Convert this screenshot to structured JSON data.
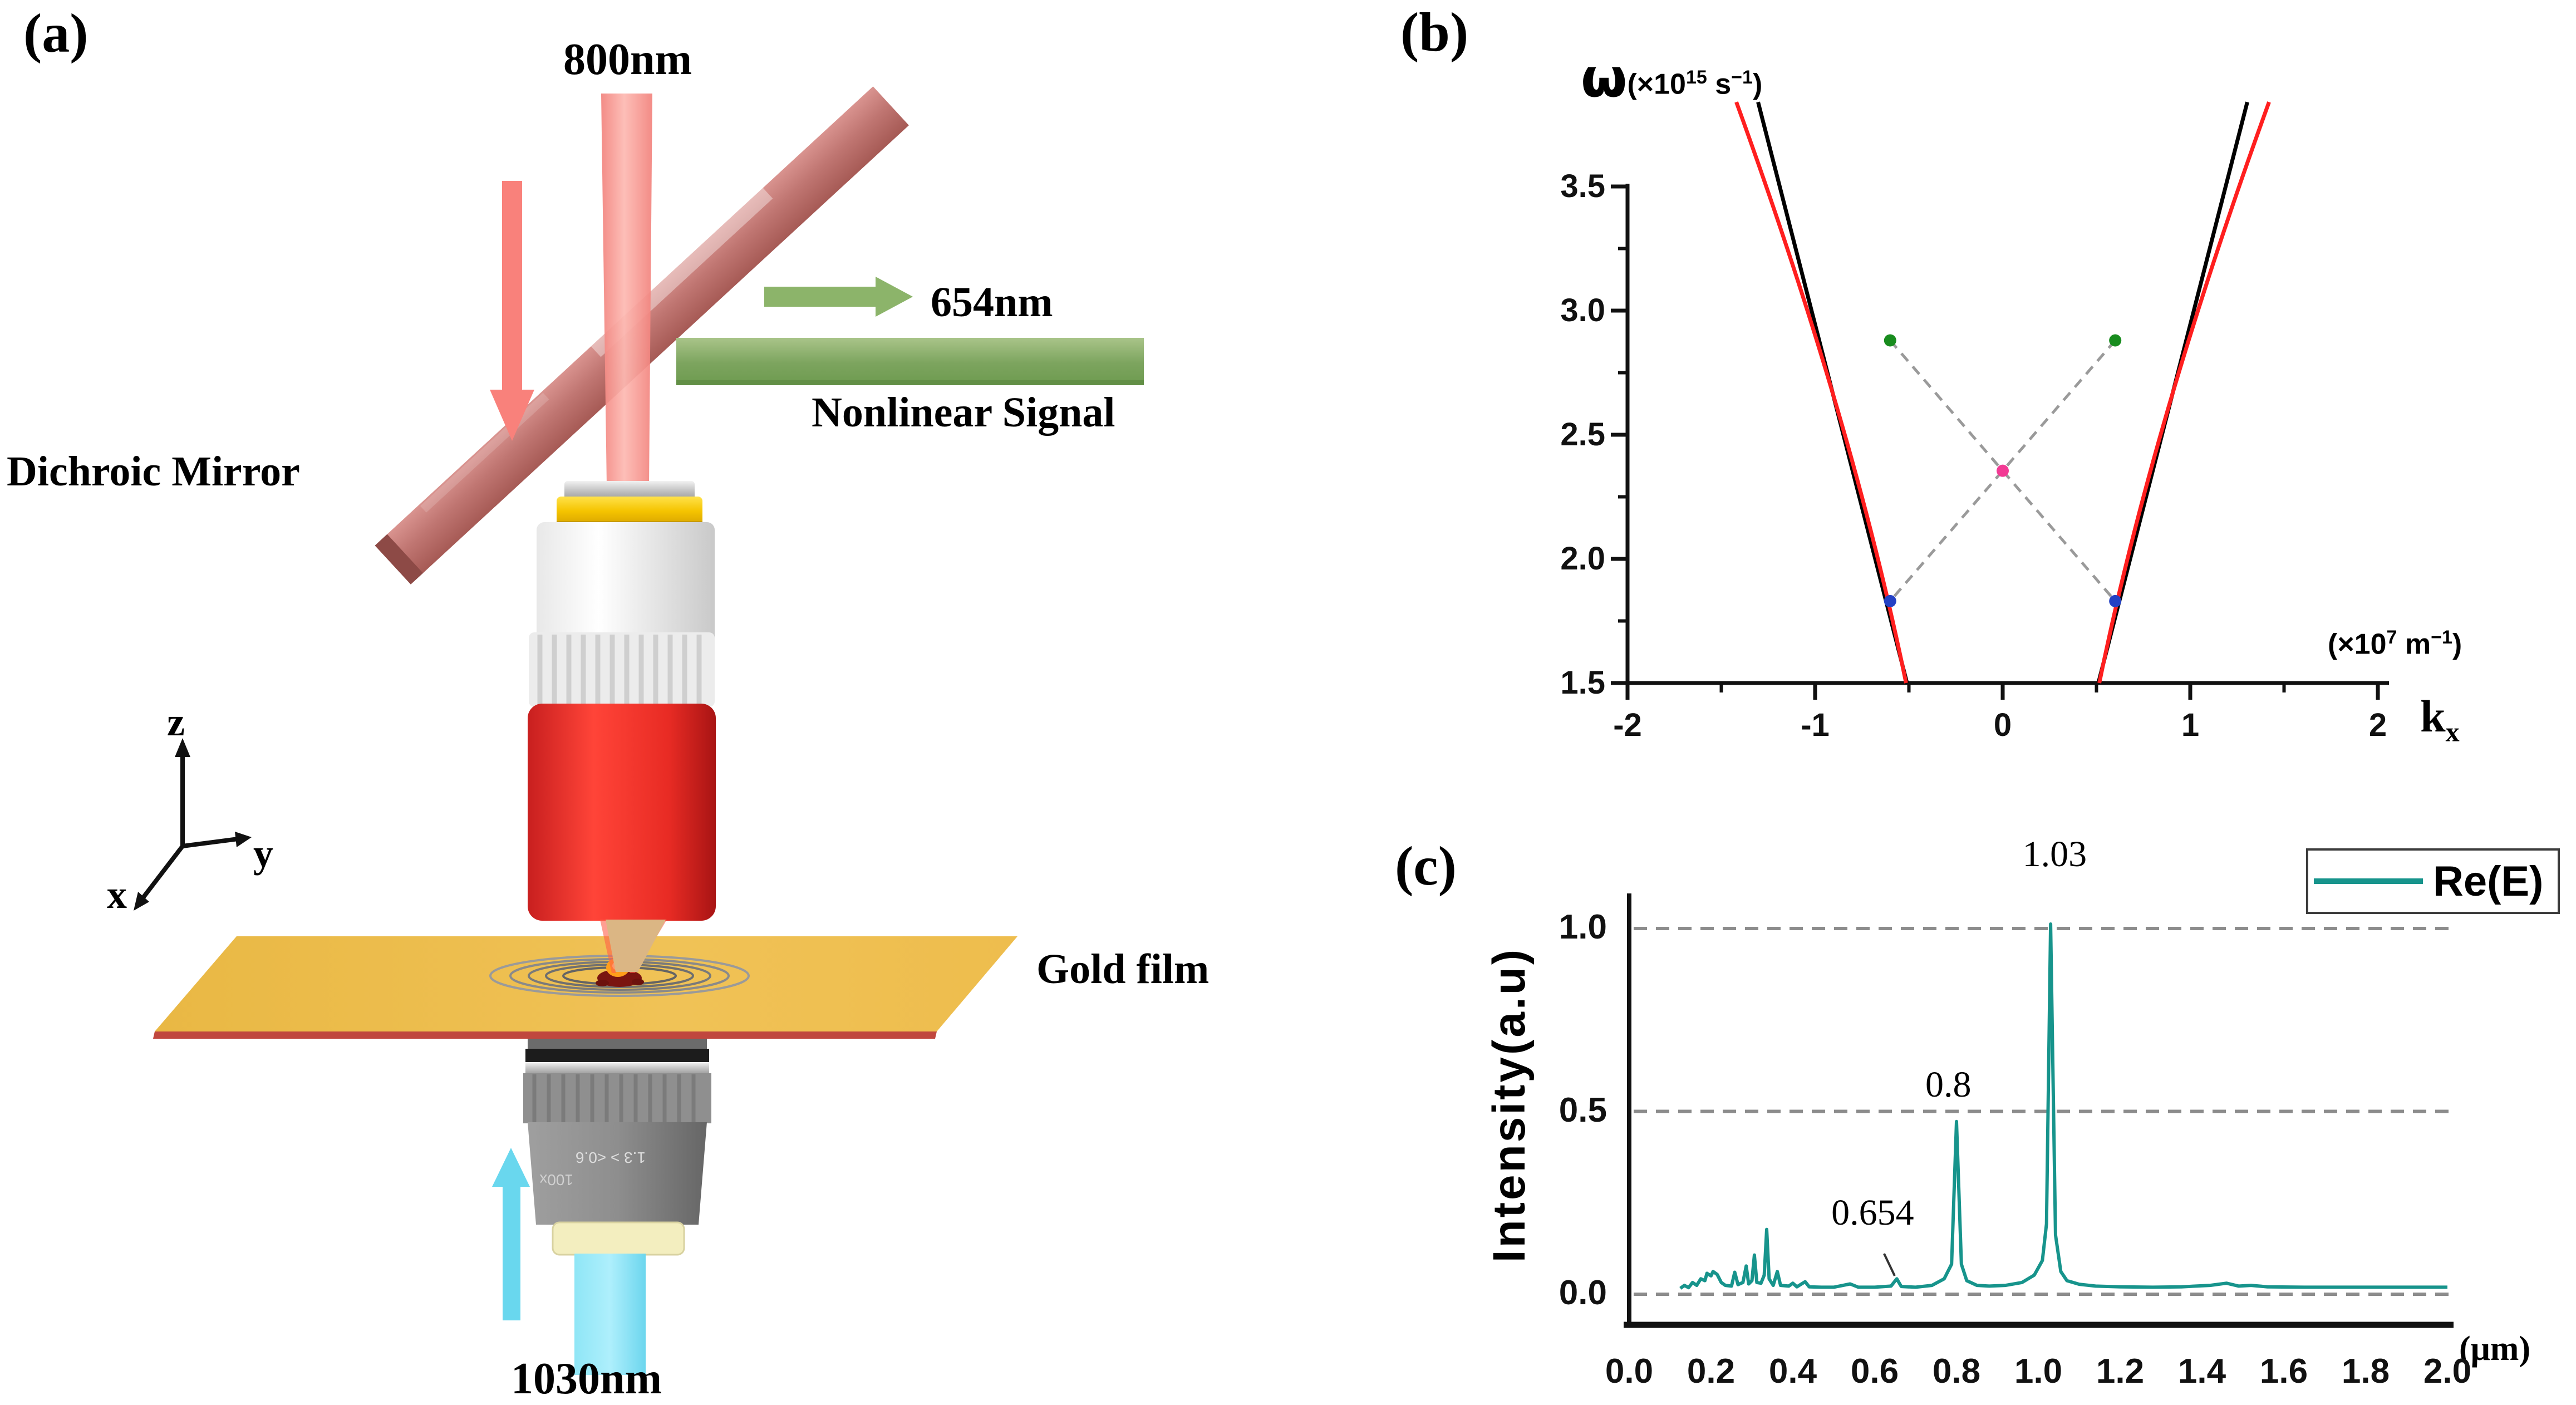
{
  "panel_a": {
    "tag": "(a)",
    "beam_800_label": "800nm",
    "signal_654_label": "654nm",
    "nonlinear_signal_label": "Nonlinear Signal",
    "dichroic_mirror_label": "Dichroic Mirror",
    "gold_film_label": "Gold film",
    "beam_1030_label": "1030nm",
    "axis_z": "z",
    "axis_y": "y",
    "axis_x": "x",
    "objective_marking_1": "1.3 > <0.6",
    "objective_marking_2": "100x",
    "colors": {
      "pump_red_beam": "#f8837c",
      "signal_green_beam": "#7ca45e",
      "probe_cyan_beam": "#7adcf2",
      "dichroic_mirror": "#bc6c69",
      "gold_film": "#eebd4d",
      "objective_red": "#e8232f",
      "objective_gray": "#8a8a8a"
    }
  },
  "panel_b": {
    "tag": "(b)",
    "omega": "ω",
    "y_units": {
      "p1": "(×10",
      "e1": "15",
      "p2": " s",
      "e2": "−1",
      "p3": ")"
    },
    "x_units": {
      "p1": "(×10",
      "e1": "7",
      "p2": " m",
      "e2": "−1",
      "p3": ")"
    },
    "kx": {
      "base": "k",
      "sub": "x"
    }
  },
  "panel_c": {
    "tag": "(c)",
    "ylabel": "Intensity(a.u)",
    "x_unit": "(μm)",
    "legend_label": "Re(E)"
  },
  "chart_data": [
    {
      "panel": "b",
      "type": "line",
      "xlabel": "kx (×10^7 m^-1)",
      "ylabel": "ω (×10^15 s^-1)",
      "xlim": [
        -2,
        2
      ],
      "ylim": [
        1.5,
        3.5
      ],
      "x_ticks": [
        -2,
        -1,
        0,
        1,
        2
      ],
      "x_tick_labels": [
        "-2",
        "-1",
        "0",
        "1",
        "2"
      ],
      "y_ticks": [
        3.5,
        3.0,
        2.5,
        2.0,
        1.5
      ],
      "y_tick_labels": [
        "3.5",
        "3.0",
        "2.5",
        "2.0",
        "1.5"
      ],
      "grid": false,
      "series": [
        {
          "name": "light-line",
          "color": "#000000",
          "kind": "line_pm",
          "start": [
            0.51,
            1.5
          ],
          "end": [
            1.304,
            3.84
          ]
        },
        {
          "name": "spp-dispersion",
          "color": "#ff1f1f",
          "kind": "quad_pm",
          "start": [
            0.515,
            1.5
          ],
          "control": [
            0.8,
            2.55
          ],
          "end": [
            1.42,
            3.84
          ]
        }
      ],
      "points": [
        {
          "name": "signal-654nm",
          "color": "#188c1e",
          "coords": [
            [
              -0.6,
              2.88
            ],
            [
              0.6,
              2.88
            ]
          ]
        },
        {
          "name": "pump-1030nm",
          "color": "#2441c4",
          "coords": [
            [
              -0.6,
              1.83
            ],
            [
              0.6,
              1.83
            ]
          ]
        },
        {
          "name": "mixing-800nm",
          "color": "#f23a94",
          "coords": [
            [
              0,
              2.355
            ]
          ]
        }
      ],
      "dashed_connections": [
        [
          [
            -0.6,
            2.88
          ],
          [
            0.6,
            1.83
          ]
        ],
        [
          [
            0.6,
            2.88
          ],
          [
            -0.6,
            1.83
          ]
        ]
      ]
    },
    {
      "panel": "c",
      "type": "line",
      "ylabel": "Intensity(a.u)",
      "x_unit": "(μm)",
      "xlim": [
        0,
        2.0
      ],
      "ylim": [
        0,
        1.0
      ],
      "x_tick_labels": [
        "0.0",
        "0.2",
        "0.4",
        "0.6",
        "0.8",
        "1.0",
        "1.2",
        "1.4",
        "1.6",
        "1.8",
        "2.0"
      ],
      "y_tick_labels": [
        "1.0",
        "0.5",
        "0.0"
      ],
      "y_gridlines": [
        1.0,
        0.5,
        0.0
      ],
      "legend": {
        "label": "Re(E)",
        "color": "#17948c",
        "position": "top-right"
      },
      "annotations": [
        {
          "text": "1.03",
          "x": 1.03,
          "label_x": 1.04,
          "label_y": 1.19
        },
        {
          "text": "0.8",
          "x": 0.8,
          "label_x": 0.78,
          "label_y": 0.56
        },
        {
          "text": "0.654",
          "x": 0.654,
          "label_x": 0.595,
          "label_y": 0.21,
          "pointer": [
            [
              0.623,
              0.099
            ],
            [
              0.649,
              0.038
            ]
          ]
        }
      ],
      "series": [
        {
          "name": "Re(E)",
          "color": "#17948c",
          "points": [
            [
              0.125,
              0.004
            ],
            [
              0.135,
              0.012
            ],
            [
              0.145,
              0.006
            ],
            [
              0.155,
              0.02
            ],
            [
              0.165,
              0.012
            ],
            [
              0.175,
              0.03
            ],
            [
              0.185,
              0.025
            ],
            [
              0.19,
              0.045
            ],
            [
              0.2,
              0.038
            ],
            [
              0.205,
              0.05
            ],
            [
              0.215,
              0.042
            ],
            [
              0.225,
              0.02
            ],
            [
              0.235,
              0.012
            ],
            [
              0.25,
              0.01
            ],
            [
              0.258,
              0.048
            ],
            [
              0.266,
              0.014
            ],
            [
              0.278,
              0.02
            ],
            [
              0.286,
              0.065
            ],
            [
              0.292,
              0.016
            ],
            [
              0.3,
              0.025
            ],
            [
              0.306,
              0.095
            ],
            [
              0.312,
              0.02
            ],
            [
              0.322,
              0.018
            ],
            [
              0.33,
              0.04
            ],
            [
              0.336,
              0.165
            ],
            [
              0.342,
              0.03
            ],
            [
              0.352,
              0.012
            ],
            [
              0.362,
              0.05
            ],
            [
              0.37,
              0.012
            ],
            [
              0.39,
              0.01
            ],
            [
              0.4,
              0.018
            ],
            [
              0.41,
              0.008
            ],
            [
              0.43,
              0.022
            ],
            [
              0.44,
              0.008
            ],
            [
              0.47,
              0.007
            ],
            [
              0.5,
              0.007
            ],
            [
              0.54,
              0.016
            ],
            [
              0.56,
              0.007
            ],
            [
              0.6,
              0.007
            ],
            [
              0.64,
              0.01
            ],
            [
              0.654,
              0.03
            ],
            [
              0.665,
              0.009
            ],
            [
              0.7,
              0.007
            ],
            [
              0.74,
              0.012
            ],
            [
              0.77,
              0.03
            ],
            [
              0.788,
              0.07
            ],
            [
              0.8,
              0.46
            ],
            [
              0.812,
              0.07
            ],
            [
              0.825,
              0.025
            ],
            [
              0.85,
              0.012
            ],
            [
              0.88,
              0.01
            ],
            [
              0.92,
              0.012
            ],
            [
              0.96,
              0.02
            ],
            [
              0.99,
              0.04
            ],
            [
              1.01,
              0.08
            ],
            [
              1.02,
              0.18
            ],
            [
              1.03,
              1.0
            ],
            [
              1.042,
              0.15
            ],
            [
              1.055,
              0.05
            ],
            [
              1.07,
              0.025
            ],
            [
              1.1,
              0.015
            ],
            [
              1.14,
              0.01
            ],
            [
              1.2,
              0.008
            ],
            [
              1.28,
              0.007
            ],
            [
              1.35,
              0.008
            ],
            [
              1.42,
              0.012
            ],
            [
              1.46,
              0.018
            ],
            [
              1.49,
              0.01
            ],
            [
              1.52,
              0.012
            ],
            [
              1.56,
              0.008
            ],
            [
              1.65,
              0.007
            ],
            [
              1.75,
              0.007
            ],
            [
              1.85,
              0.007
            ],
            [
              1.95,
              0.007
            ],
            [
              2.0,
              0.007
            ]
          ]
        }
      ]
    }
  ]
}
